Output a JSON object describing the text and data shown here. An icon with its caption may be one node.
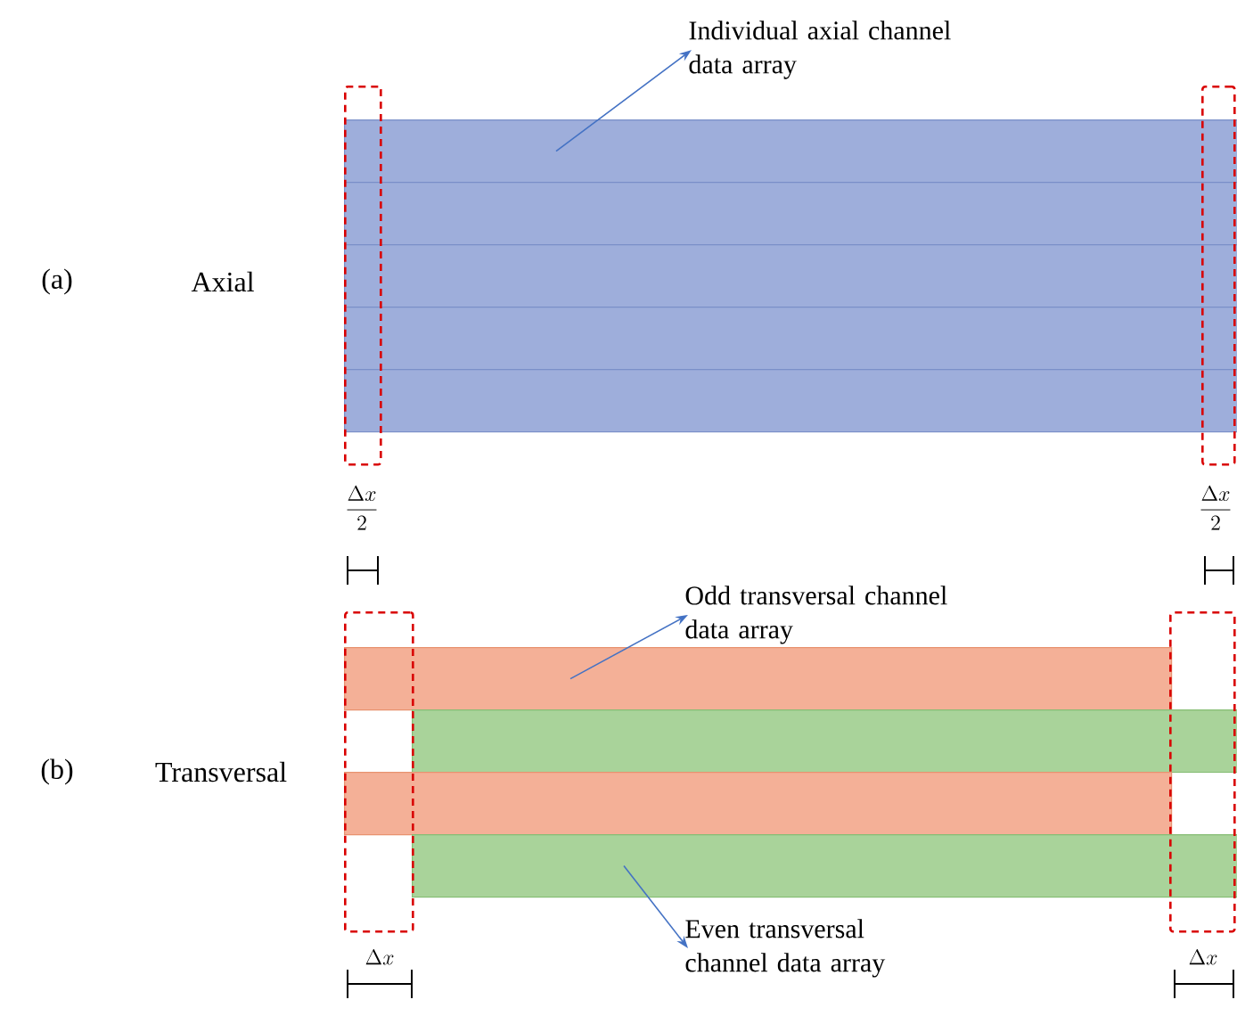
{
  "diagram": {
    "nodes": [
      {
        "text": [
          "Individual axial channel data array"
        ]
      },
      {
        "text": [],
        "shape": "bar"
      },
      {
        "text": [],
        "shape": "bar"
      },
      {
        "text": [],
        "shape": "bar"
      },
      {
        "text": [],
        "shape": "bar"
      },
      {
        "text": [],
        "shape": "bar"
      },
      {
        "text": [
          "Odd transversal channel data array"
        ]
      },
      {
        "text": [],
        "shape": "bar"
      },
      {
        "text": [],
        "shape": "bar"
      },
      {
        "text": [],
        "shape": "bar"
      },
      {
        "text": [],
        "shape": "bar"
      },
      {
        "text": [
          "Even transversal channel data array"
        ]
      },
      {
        "text": [],
        "shape": "box"
      },
      {
        "text": [],
        "shape": "box"
      },
      {
        "text": [],
        "shape": "box"
      },
      {
        "text": [],
        "shape": "box"
      }
    ],
    "edges": [
      {
        "from": 1,
        "to": 0,
        "arrow": "to"
      },
      {
        "from": 7,
        "to": 6,
        "arrow": "to"
      },
      {
        "from": 10,
        "to": 11,
        "arrow": "to"
      }
    ],
    "labels": [
      "(a)",
      "Axial",
      "\\frac{\\Delta x}{2}",
      "\\frac{\\Delta x}{2}",
      "(b)",
      "Transversal",
      "\\Delta x",
      "\\Delta x"
    ]
  }
}
